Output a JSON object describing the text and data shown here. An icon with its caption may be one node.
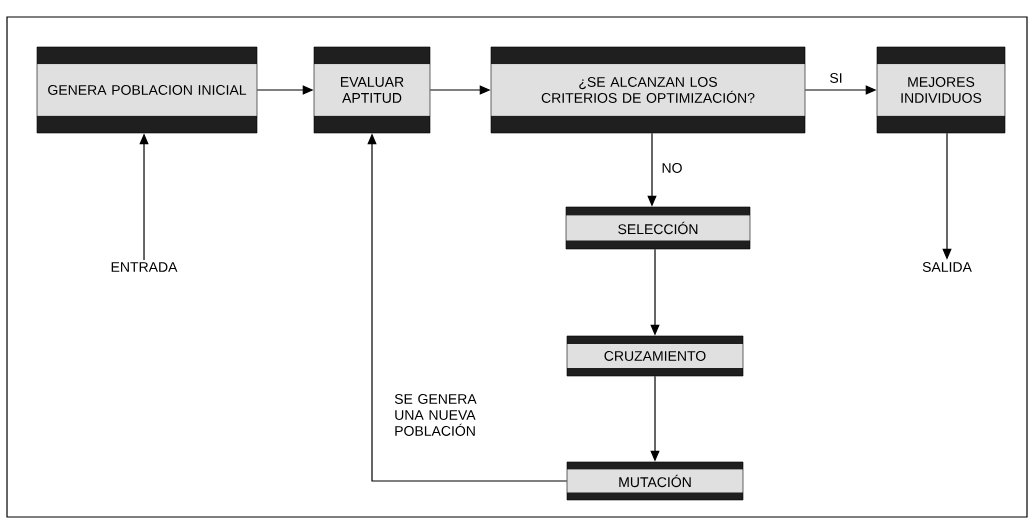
{
  "diagram": {
    "nodes": [
      {
        "text": [
          "GENERA POBLACION INICIAL"
        ]
      },
      {
        "text": [
          "EVALUAR APTITUD"
        ]
      },
      {
        "text": [
          "¿SE ALCANZAN LOS CRITERIOS DE OPTIMIZACIÓN?"
        ]
      },
      {
        "text": [
          "MEJORES INDIVIDUOS"
        ]
      },
      {
        "text": [
          "ENTRADA"
        ]
      },
      {
        "text": [
          "SELECCIÓN"
        ]
      },
      {
        "text": [
          "SALIDA"
        ]
      },
      {
        "text": [
          "CRUZAMIENTO"
        ]
      },
      {
        "text": [
          "MUTACIÓN"
        ]
      }
    ],
    "edges": [
      {
        "from": 4,
        "to": 0,
        "arrow": "to"
      },
      {
        "from": 0,
        "to": 1,
        "arrow": "to"
      },
      {
        "from": 1,
        "to": 2,
        "arrow": "to"
      },
      {
        "from": 2,
        "to": 3,
        "arrow": "to",
        "label": "SI"
      },
      {
        "from": 2,
        "to": 5,
        "arrow": "to",
        "label": "NO"
      },
      {
        "from": 3,
        "to": 6,
        "arrow": "to"
      },
      {
        "from": 5,
        "to": 7,
        "arrow": "to"
      },
      {
        "from": 7,
        "to": 8,
        "arrow": "to"
      },
      {
        "from": 8,
        "to": 1,
        "arrow": "to",
        "label": "SE GENERA UNA NUEVA POBLACIÓN"
      }
    ]
  }
}
